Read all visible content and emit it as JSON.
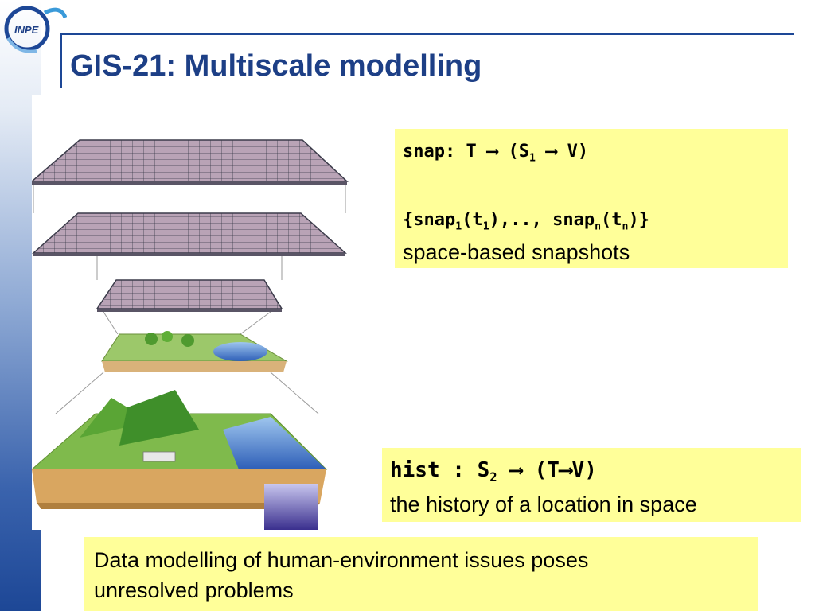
{
  "logo": {
    "text": "INPE"
  },
  "slide": {
    "title": "GIS-21: Multiscale modelling"
  },
  "snap_box": {
    "line1_a": "snap: T ⟶ (S",
    "line1_sub": "1",
    "line1_b": " ⟶ V)",
    "line2_a": "{snap",
    "line2_sub1": "1",
    "line2_b": "(t",
    "line2_sub2": "1",
    "line2_c": "),.., snap",
    "line2_sub3": "n",
    "line2_d": "(t",
    "line2_sub4": "n",
    "line2_e": ")}",
    "caption": "space-based snapshots"
  },
  "hist_box": {
    "line1_a": "hist : S",
    "line1_sub": "2",
    "line1_b": " ⟶ (T⟶V)",
    "caption": "the history of a location in space"
  },
  "data_box": {
    "text_line1": "Data modelling of human-environment issues poses",
    "text_line2": "unresolved problems"
  },
  "colors": {
    "title": "#1d3f86",
    "accent_blue": "#1d4796",
    "box_fill": "#ffff99"
  }
}
